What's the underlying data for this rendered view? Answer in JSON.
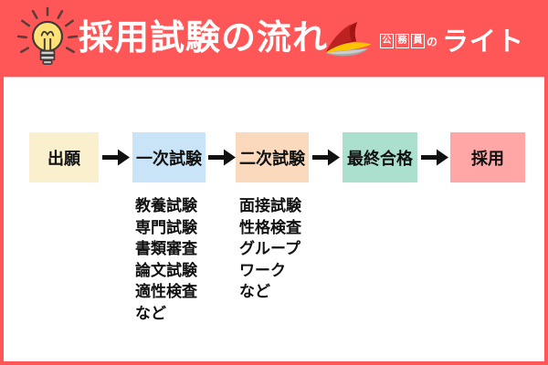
{
  "colors": {
    "frame": "#FF5757",
    "panel": "#FFFFFF",
    "arrow": "#111111",
    "title_text": "#FFFFFF",
    "step_application": "#FAF0CD",
    "step_first_exam": "#C9E4F6",
    "step_second_exam": "#FAD9BD",
    "step_final_pass": "#ABE0CE",
    "step_hired": "#FFA6A6"
  },
  "icons": {
    "lightbulb": "lightbulb-icon",
    "logo_mark": "swoosh-logo-icon"
  },
  "header": {
    "title": "採用試験の流れ",
    "logo": {
      "boxed_chars": [
        "公",
        "務",
        "員"
      ],
      "particle": "の",
      "brand": "ライト"
    }
  },
  "flow": {
    "steps": [
      {
        "label": "出願",
        "color": "#FAF0CD"
      },
      {
        "label": "一次試験",
        "color": "#C9E4F6"
      },
      {
        "label": "二次試験",
        "color": "#FAD9BD"
      },
      {
        "label": "最終合格",
        "color": "#ABE0CE"
      },
      {
        "label": "採用",
        "color": "#FFA6A6"
      }
    ],
    "details": {
      "first_exam": [
        "教養試験",
        "専門試験",
        "書類審査",
        "論文試験",
        "適性検査",
        "など"
      ],
      "second_exam": [
        "面接試験",
        "性格検査",
        "グループ",
        "ワーク",
        "など"
      ]
    }
  }
}
